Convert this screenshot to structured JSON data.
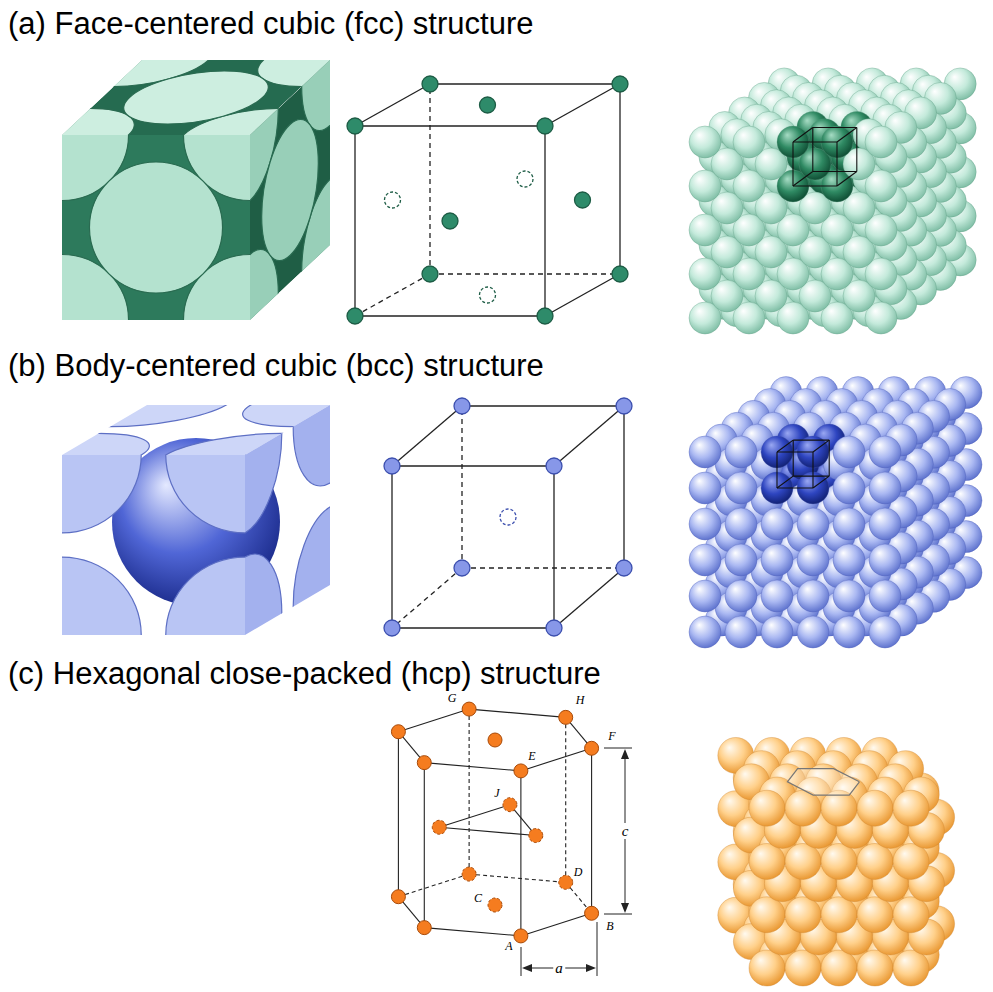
{
  "diagram": {
    "labels": [
      "(a) Face-centered cubic (fcc) structure",
      "(b) Body-centered cubic (bcc) structure",
      "(c) Hexagonal close-packed (hcp) structure",
      "H",
      "G",
      "F",
      "E",
      "J",
      "D",
      "B",
      "C",
      "A",
      "c",
      "a"
    ]
  }
}
